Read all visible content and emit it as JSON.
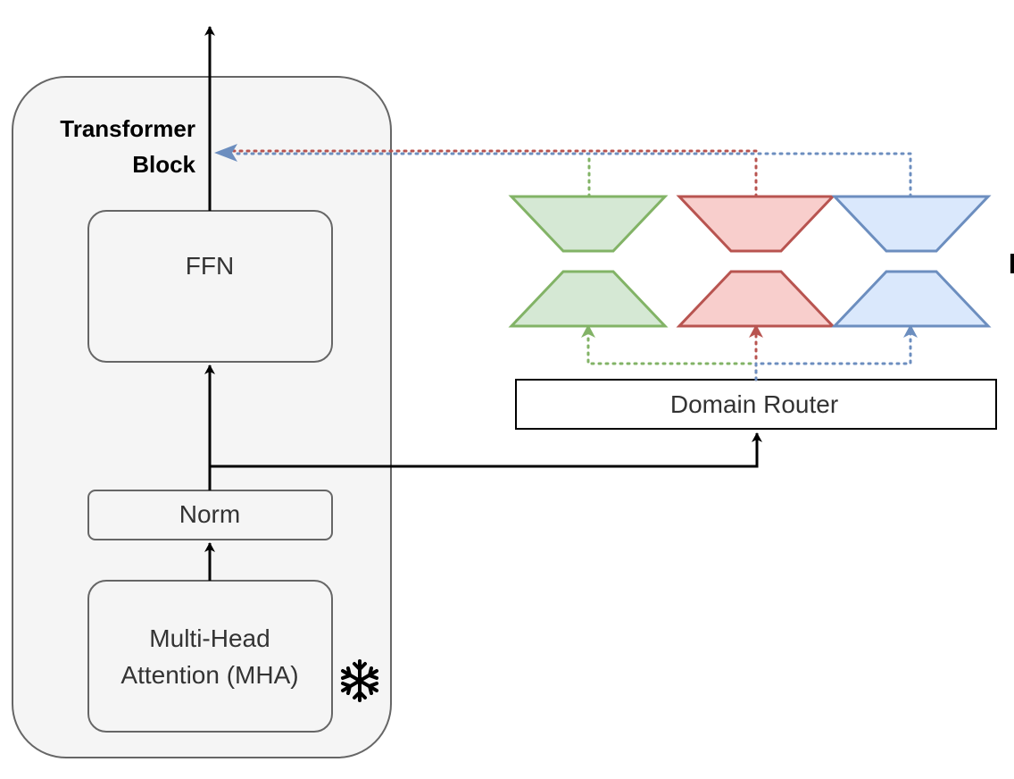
{
  "block": {
    "title_line1": "Transformer",
    "title_line2": "Block"
  },
  "nodes": {
    "ffn": "FFN",
    "norm": "Norm",
    "mha_line1": "Multi-Head",
    "mha_line2": "Attention (MHA)",
    "router": "Domain Router"
  },
  "frozen_icon": "snowflake-icon",
  "experts": [
    {
      "name": "green",
      "fill": "#d5e8d4",
      "stroke": "#82b366"
    },
    {
      "name": "red",
      "fill": "#f8cecc",
      "stroke": "#b85450"
    },
    {
      "name": "blue",
      "fill": "#dae8fc",
      "stroke": "#6c8ebf"
    }
  ]
}
